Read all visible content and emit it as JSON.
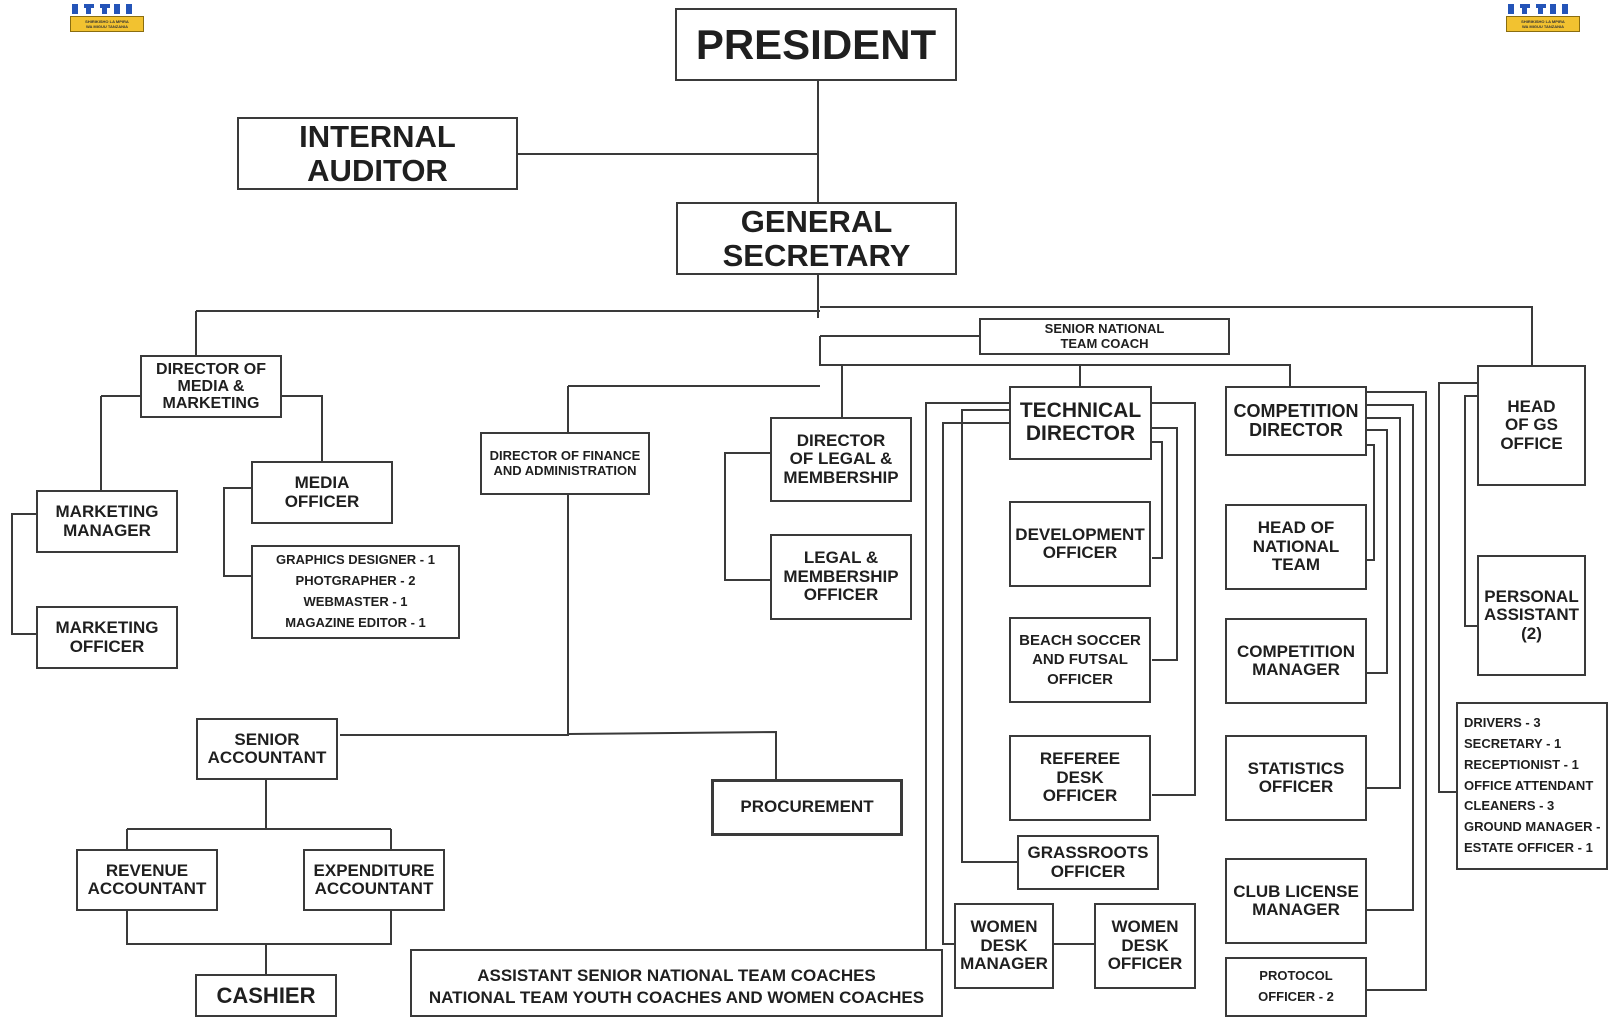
{
  "logo": {
    "top_text": "SHIRIKISHO LA MPIRA",
    "bottom_text": "WA MIGUU TANZANIA"
  },
  "boxes": {
    "president": [
      "PRESIDENT"
    ],
    "internal_auditor": [
      "INTERNAL",
      "AUDITOR"
    ],
    "general_secretary": [
      "GENERAL",
      "SECRETARY"
    ],
    "senior_national_team_coach": [
      "SENIOR NATIONAL",
      "TEAM COACH"
    ],
    "director_media": [
      "DIRECTOR OF",
      "MEDIA &",
      "MARKETING"
    ],
    "marketing_manager": [
      "MARKETING",
      "MANAGER"
    ],
    "marketing_officer": [
      "MARKETING",
      "OFFICER"
    ],
    "media_officer": [
      "MEDIA",
      "OFFICER"
    ],
    "media_staff": [
      "GRAPHICS DESIGNER - 1",
      "PHOTGRAPHER - 2",
      "WEBMASTER - 1",
      "MAGAZINE EDITOR - 1"
    ],
    "director_finance": [
      "DIRECTOR OF FINANCE",
      "AND ADMINISTRATION"
    ],
    "senior_accountant": [
      "SENIOR",
      "ACCOUNTANT"
    ],
    "revenue_accountant": [
      "REVENUE",
      "ACCOUNTANT"
    ],
    "expenditure_accountant": [
      "EXPENDITURE",
      "ACCOUNTANT"
    ],
    "cashier": [
      "CASHIER"
    ],
    "procurement": [
      "PROCUREMENT"
    ],
    "director_legal": [
      "DIRECTOR",
      "OF LEGAL &",
      "MEMBERSHIP"
    ],
    "legal_officer": [
      "LEGAL &",
      "MEMBERSHIP",
      "OFFICER"
    ],
    "technical_director": [
      "TECHNICAL",
      "DIRECTOR"
    ],
    "development_officer": [
      "DEVELOPMENT",
      "OFFICER"
    ],
    "beach_soccer_officer": [
      "BEACH SOCCER",
      "AND FUTSAL",
      "OFFICER"
    ],
    "referee_desk_officer": [
      "REFEREE",
      "DESK",
      "OFFICER"
    ],
    "grassroots_officer": [
      "GRASSROOTS",
      "OFFICER"
    ],
    "women_desk_manager": [
      "WOMEN",
      "DESK",
      "MANAGER"
    ],
    "women_desk_officer": [
      "WOMEN",
      "DESK",
      "OFFICER"
    ],
    "competition_director": [
      "COMPETITION",
      "DIRECTOR"
    ],
    "head_national_team": [
      "HEAD OF",
      "NATIONAL",
      "TEAM"
    ],
    "competition_manager": [
      "COMPETITION",
      "MANAGER"
    ],
    "statistics_officer": [
      "STATISTICS",
      "OFFICER"
    ],
    "club_license_manager": [
      "CLUB LICENSE",
      "MANAGER"
    ],
    "protocol_officer": [
      "PROTOCOL",
      "OFFICER - 2"
    ],
    "head_gs_office": [
      "HEAD",
      "OF GS",
      "OFFICE"
    ],
    "personal_assistant": [
      "PERSONAL",
      "ASSISTANT",
      "(2)"
    ],
    "gs_office_staff": [
      "DRIVERS - 3",
      "SECRETARY - 1",
      "RECEPTIONIST - 1",
      "OFFICE ATTENDANT",
      "CLEANERS - 3",
      "GROUND MANAGER -",
      "ESTATE OFFICER - 1"
    ],
    "assistant_coaches": [
      "ASSISTANT SENIOR NATIONAL TEAM COACHES",
      "NATIONAL TEAM YOUTH COACHES AND WOMEN COACHES"
    ]
  }
}
